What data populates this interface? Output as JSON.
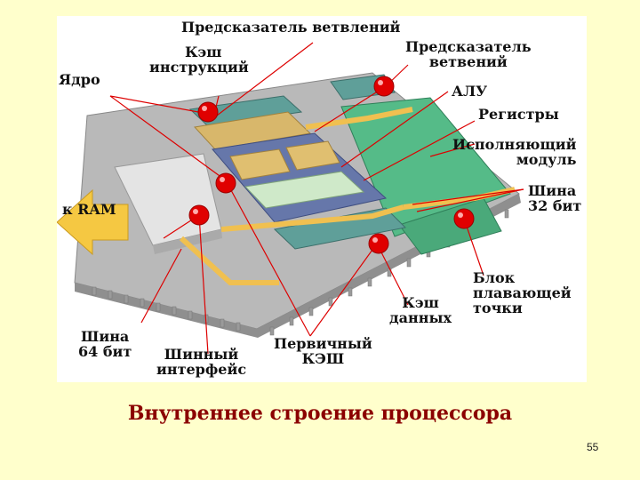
{
  "slide": {
    "title": "Внутреннее строение процессора",
    "page_number": "55"
  },
  "diagram": {
    "labels": {
      "core": "Ядро",
      "branch_predictor_top": "Предсказатель ветвлений",
      "instruction_cache": [
        "Кэш",
        "инструкций"
      ],
      "branch_predictor_right": [
        "Предсказатель",
        "ветвений"
      ],
      "alu": "АЛУ",
      "registers": "Регистры",
      "execution_unit": [
        "Исполняющий",
        "модуль"
      ],
      "bus_32": [
        "Шина",
        "32 бит"
      ],
      "ram": "к RAM",
      "fpu": [
        "Блок",
        "плавающей",
        "точки"
      ],
      "data_cache": [
        "Кэш",
        "данных"
      ],
      "bus_64": [
        "Шина",
        "64 бит"
      ],
      "bus_interface": [
        "Шинный",
        "интерфейс"
      ],
      "primary_cache": [
        "Первичный",
        "КЭШ"
      ]
    },
    "colors": {
      "background": "#ffffcc",
      "title": "#8b0000",
      "leader_lines": "#dd0000",
      "pointer_dots": "#e00000",
      "substrate": "#b9b9b9",
      "green_modules": "#55bb88",
      "teal_modules": "#5f9f99",
      "gold_units": "#d8b76b",
      "blue_block": "#6677aa",
      "bus_yellow": "#f0c050",
      "ram_arrow": "#f5c842"
    }
  }
}
